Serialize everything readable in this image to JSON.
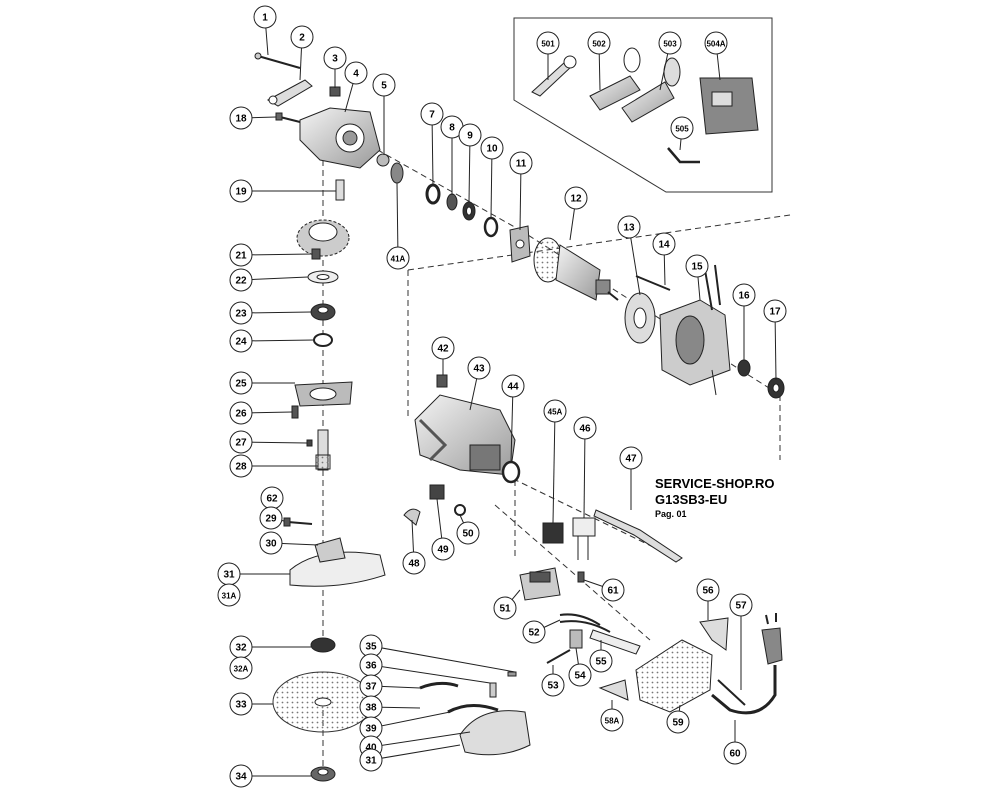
{
  "header": {
    "shop": "SERVICE-SHOP.RO",
    "model": "G13SB3-EU",
    "page": "Pag. 01"
  },
  "callouts": [
    {
      "id": "c1",
      "label": "1"
    },
    {
      "id": "c2",
      "label": "2"
    },
    {
      "id": "c3",
      "label": "3"
    },
    {
      "id": "c4",
      "label": "4"
    },
    {
      "id": "c5",
      "label": "5"
    },
    {
      "id": "c7",
      "label": "7"
    },
    {
      "id": "c8",
      "label": "8"
    },
    {
      "id": "c9",
      "label": "9"
    },
    {
      "id": "c10",
      "label": "10"
    },
    {
      "id": "c11",
      "label": "11"
    },
    {
      "id": "c12",
      "label": "12"
    },
    {
      "id": "c13",
      "label": "13"
    },
    {
      "id": "c14",
      "label": "14"
    },
    {
      "id": "c15",
      "label": "15"
    },
    {
      "id": "c16",
      "label": "16"
    },
    {
      "id": "c17",
      "label": "17"
    },
    {
      "id": "c18",
      "label": "18"
    },
    {
      "id": "c19",
      "label": "19"
    },
    {
      "id": "c21",
      "label": "21"
    },
    {
      "id": "c22",
      "label": "22"
    },
    {
      "id": "c23",
      "label": "23"
    },
    {
      "id": "c24",
      "label": "24"
    },
    {
      "id": "c25",
      "label": "25"
    },
    {
      "id": "c26",
      "label": "26"
    },
    {
      "id": "c27",
      "label": "27"
    },
    {
      "id": "c28",
      "label": "28"
    },
    {
      "id": "c62",
      "label": "62"
    },
    {
      "id": "c29",
      "label": "29"
    },
    {
      "id": "c30",
      "label": "30"
    },
    {
      "id": "c31",
      "label": "31"
    },
    {
      "id": "c31A",
      "label": "31A"
    },
    {
      "id": "c32",
      "label": "32"
    },
    {
      "id": "c32A",
      "label": "32A"
    },
    {
      "id": "c33",
      "label": "33"
    },
    {
      "id": "c34",
      "label": "34"
    },
    {
      "id": "c35",
      "label": "35"
    },
    {
      "id": "c36",
      "label": "36"
    },
    {
      "id": "c37",
      "label": "37"
    },
    {
      "id": "c38",
      "label": "38"
    },
    {
      "id": "c39",
      "label": "39"
    },
    {
      "id": "c40",
      "label": "40"
    },
    {
      "id": "c31b",
      "label": "31"
    },
    {
      "id": "c41A",
      "label": "41A"
    },
    {
      "id": "c42",
      "label": "42"
    },
    {
      "id": "c43",
      "label": "43"
    },
    {
      "id": "c44",
      "label": "44"
    },
    {
      "id": "c45A",
      "label": "45A"
    },
    {
      "id": "c46",
      "label": "46"
    },
    {
      "id": "c47",
      "label": "47"
    },
    {
      "id": "c48",
      "label": "48"
    },
    {
      "id": "c49",
      "label": "49"
    },
    {
      "id": "c50",
      "label": "50"
    },
    {
      "id": "c51",
      "label": "51"
    },
    {
      "id": "c52",
      "label": "52"
    },
    {
      "id": "c53",
      "label": "53"
    },
    {
      "id": "c54",
      "label": "54"
    },
    {
      "id": "c55",
      "label": "55"
    },
    {
      "id": "c56",
      "label": "56"
    },
    {
      "id": "c57",
      "label": "57"
    },
    {
      "id": "c58A",
      "label": "58A"
    },
    {
      "id": "c59",
      "label": "59"
    },
    {
      "id": "c60",
      "label": "60"
    },
    {
      "id": "c61",
      "label": "61"
    },
    {
      "id": "c501",
      "label": "501"
    },
    {
      "id": "c502",
      "label": "502"
    },
    {
      "id": "c503",
      "label": "503"
    },
    {
      "id": "c504A",
      "label": "504A"
    },
    {
      "id": "c505",
      "label": "505"
    }
  ],
  "colors": {
    "line": "#222222",
    "part_fill": "#e8e8e8",
    "part_dark": "#555555",
    "accent": "#000000"
  }
}
